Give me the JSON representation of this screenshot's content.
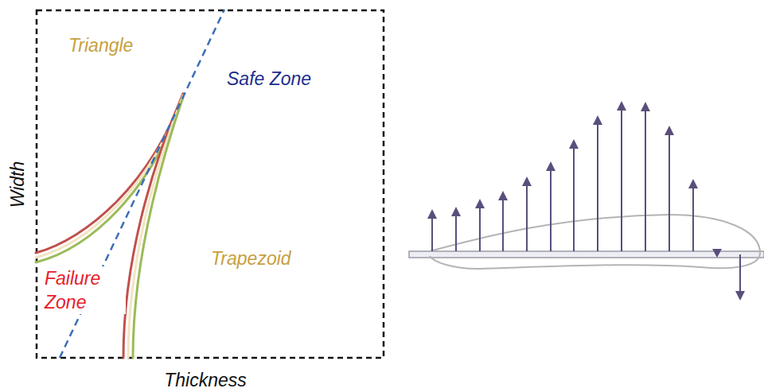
{
  "diagram": {
    "labels": [
      "Triangle",
      "Safe Zone",
      "Trapezoid",
      "Failure Zone",
      "Width",
      "Thickness"
    ]
  }
}
